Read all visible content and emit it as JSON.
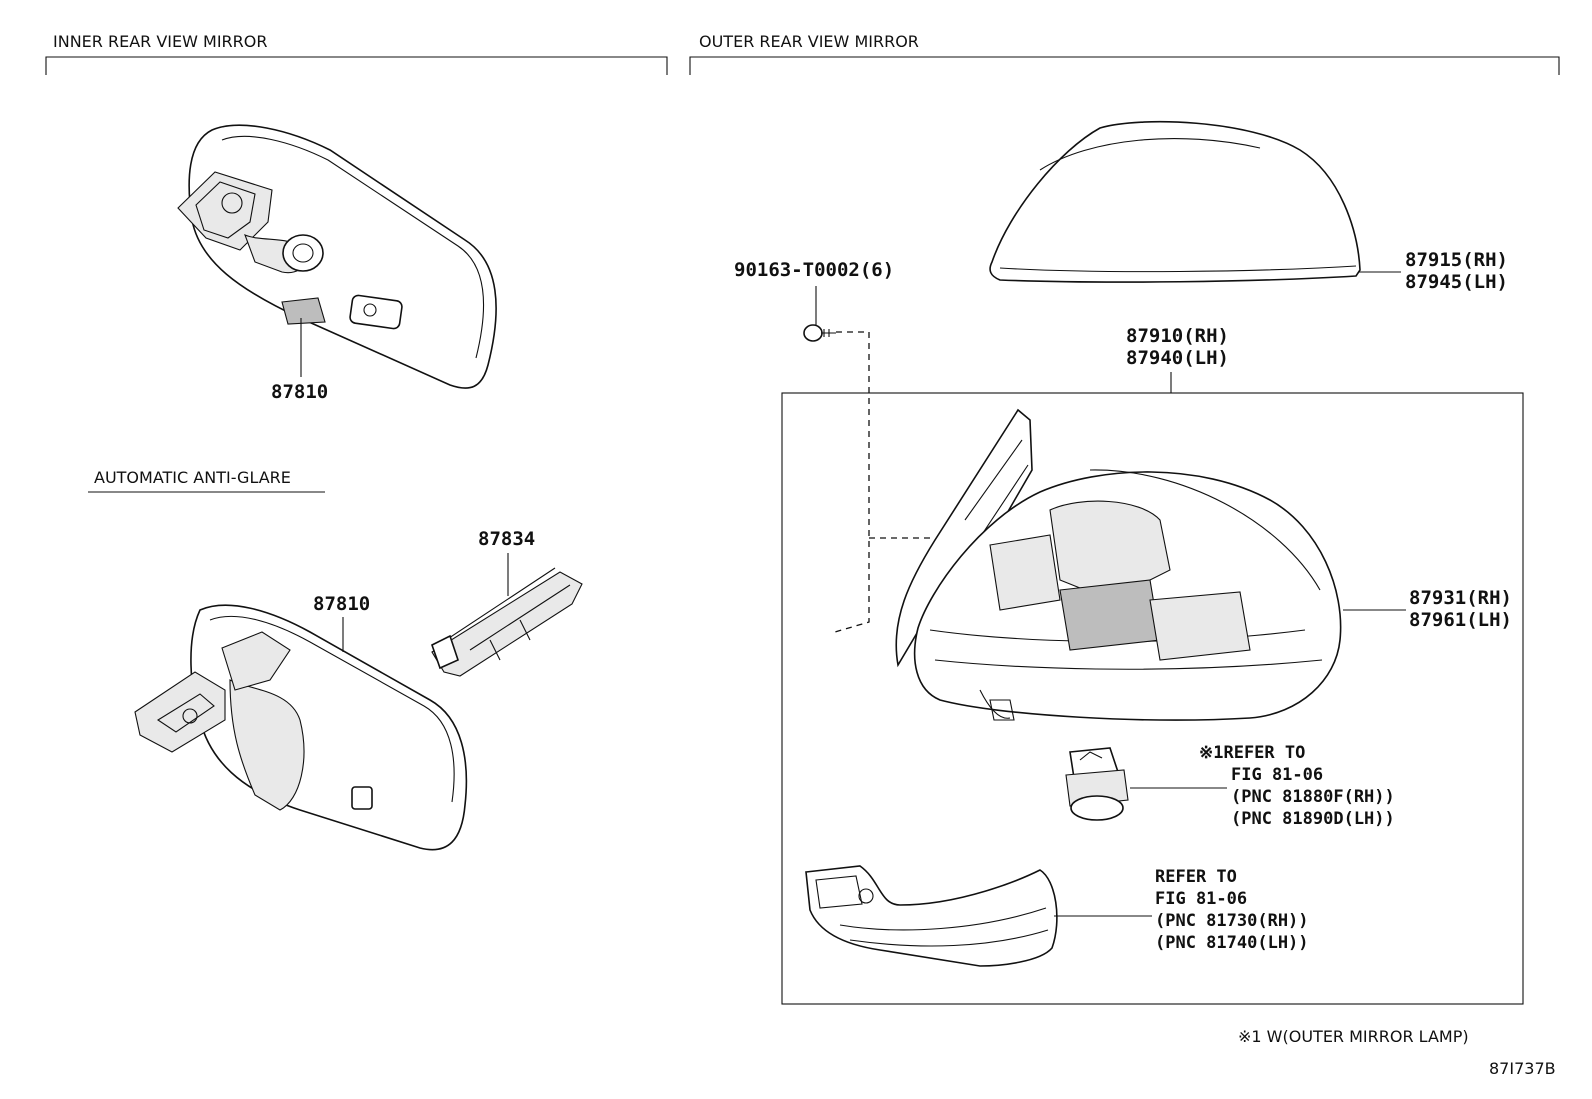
{
  "sections": {
    "inner_title": "INNER REAR VIEW MIRROR",
    "outer_title": "OUTER REAR VIEW MIRROR",
    "auto_title": "AUTOMATIC ANTI-GLARE"
  },
  "labels": {
    "inner_mirror": "87810",
    "auto_mirror": "87810",
    "auto_bracket": "87834",
    "screw": "90163-T0002(6)",
    "cover_rh": "87915(RH)",
    "cover_lh": "87945(LH)",
    "assy_rh": "87910(RH)",
    "assy_lh": "87940(LH)",
    "housing_rh": "87931(RH)",
    "housing_lh": "87961(LH)"
  },
  "refer_lamp": {
    "line1": "※1REFER TO",
    "line2": "FIG 81-06",
    "line3": "(PNC 81880F(RH))",
    "line4": "(PNC 81890D(LH))"
  },
  "refer_turn": {
    "line1": "REFER TO",
    "line2": "FIG 81-06",
    "line3": "(PNC 81730(RH))",
    "line4": "(PNC 81740(LH))"
  },
  "footnote": "※1 W(OUTER MIRROR LAMP)",
  "figure_code": "87I737B"
}
